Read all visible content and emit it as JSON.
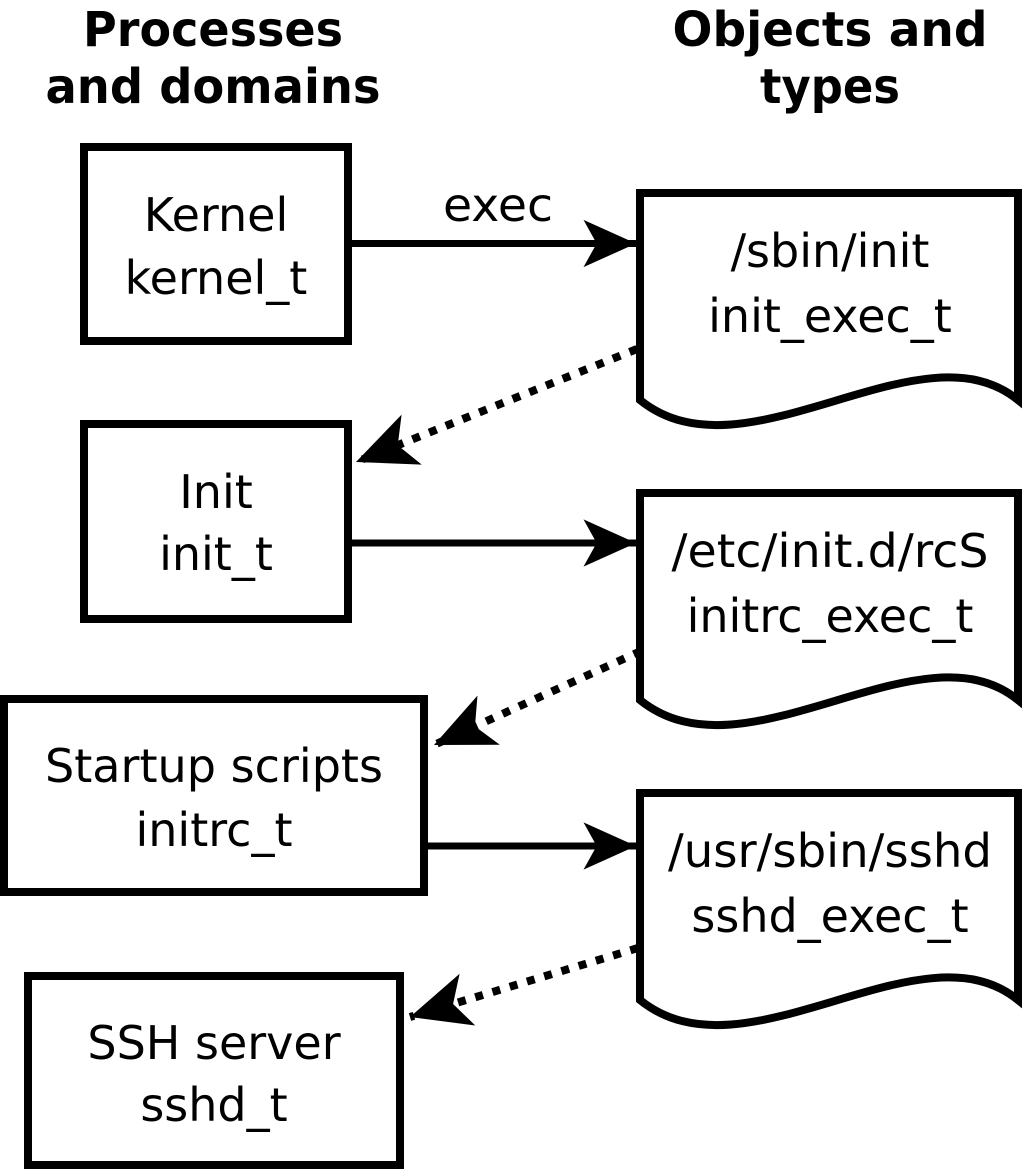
{
  "colors": {
    "ink": "#000000",
    "background": "#ffffff"
  },
  "headers": {
    "left": {
      "line1": "Processes",
      "line2": "and domains"
    },
    "right": {
      "line1": "Objects and",
      "line2": "types"
    }
  },
  "processes": [
    {
      "name": "Kernel",
      "type": "kernel_t"
    },
    {
      "name": "Init",
      "type": "init_t"
    },
    {
      "name": "Startup scripts",
      "type": "initrc_t"
    },
    {
      "name": "SSH server",
      "type": "sshd_t"
    }
  ],
  "objects": [
    {
      "path": "/sbin/init",
      "type": "init_exec_t"
    },
    {
      "path": "/etc/init.d/rcS",
      "type": "initrc_exec_t"
    },
    {
      "path": "/usr/sbin/sshd",
      "type": "sshd_exec_t"
    }
  ],
  "edges": {
    "solid": [
      {
        "from": "Kernel (kernel_t)",
        "to": "/sbin/init (init_exec_t)",
        "label": "exec"
      },
      {
        "from": "Init (init_t)",
        "to": "/etc/init.d/rcS (initrc_exec_t)"
      },
      {
        "from": "Startup scripts (initrc_t)",
        "to": "/usr/sbin/sshd (sshd_exec_t)"
      }
    ],
    "dotted": [
      {
        "from": "/sbin/init (init_exec_t)",
        "to": "Init (init_t)"
      },
      {
        "from": "/etc/init.d/rcS (initrc_exec_t)",
        "to": "Startup scripts (initrc_t)"
      },
      {
        "from": "/usr/sbin/sshd (sshd_exec_t)",
        "to": "SSH server (sshd_t)"
      }
    ]
  }
}
